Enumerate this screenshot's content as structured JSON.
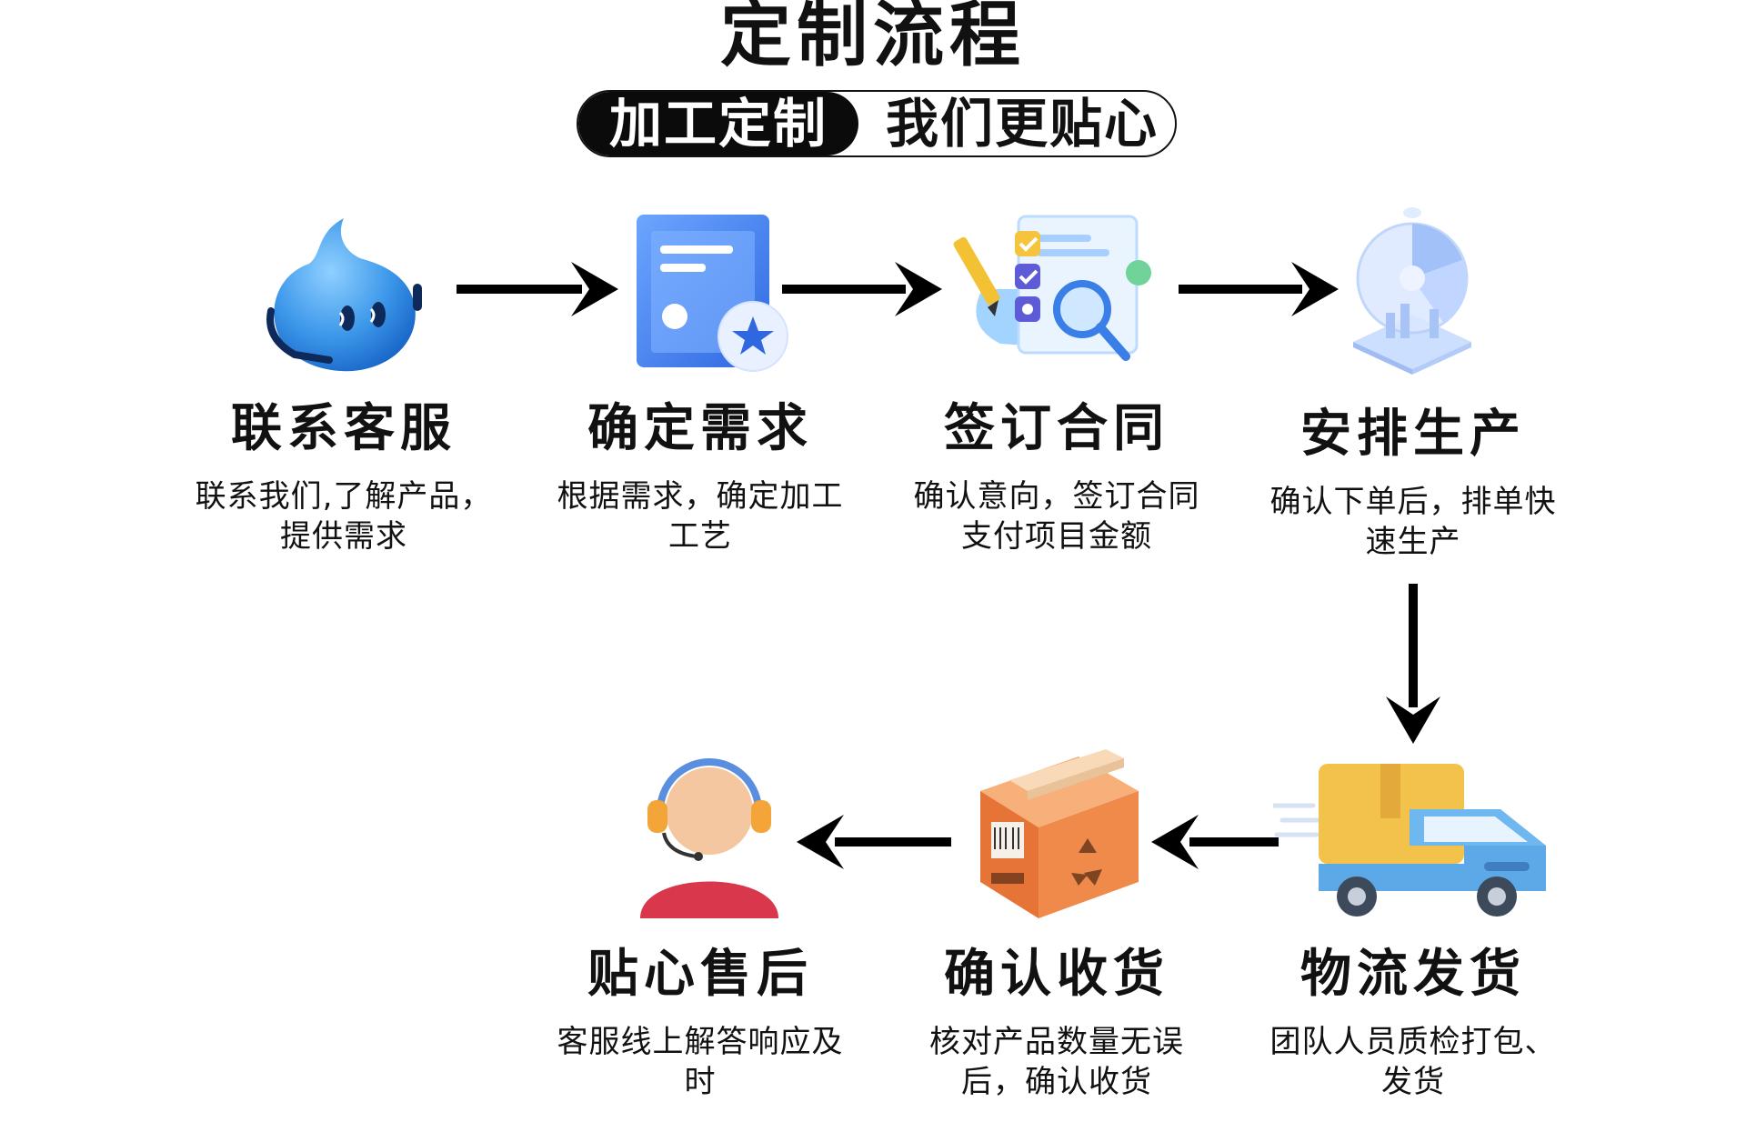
{
  "header": {
    "title": "定制流程",
    "pill_left": "加工定制",
    "pill_right": "我们更贴心"
  },
  "steps": [
    {
      "title": "联系客服",
      "desc": "联系我们,了解产品，提供需求",
      "icon": "customer-service-drop-icon"
    },
    {
      "title": "确定需求",
      "desc": "根据需求，确定加工工艺",
      "icon": "document-star-icon"
    },
    {
      "title": "签订合同",
      "desc": "确认意向，签订合同支付项目金额",
      "icon": "contract-checklist-icon"
    },
    {
      "title": "安排生产",
      "desc": "确认下单后，排单快速生产",
      "icon": "production-chart-icon"
    },
    {
      "title": "物流发货",
      "desc": "团队人员质检打包、发货",
      "icon": "delivery-truck-icon"
    },
    {
      "title": "确认收货",
      "desc": "核对产品数量无误后，确认收货",
      "icon": "package-box-icon"
    },
    {
      "title": "贴心售后",
      "desc": "客服线上解答响应及时",
      "icon": "support-agent-icon"
    }
  ],
  "colors": {
    "text": "#111111",
    "accent_blue": "#3f7fe6",
    "box_orange": "#f08a4b",
    "truck_yellow": "#f2c24b",
    "agent_red": "#d9384c"
  }
}
